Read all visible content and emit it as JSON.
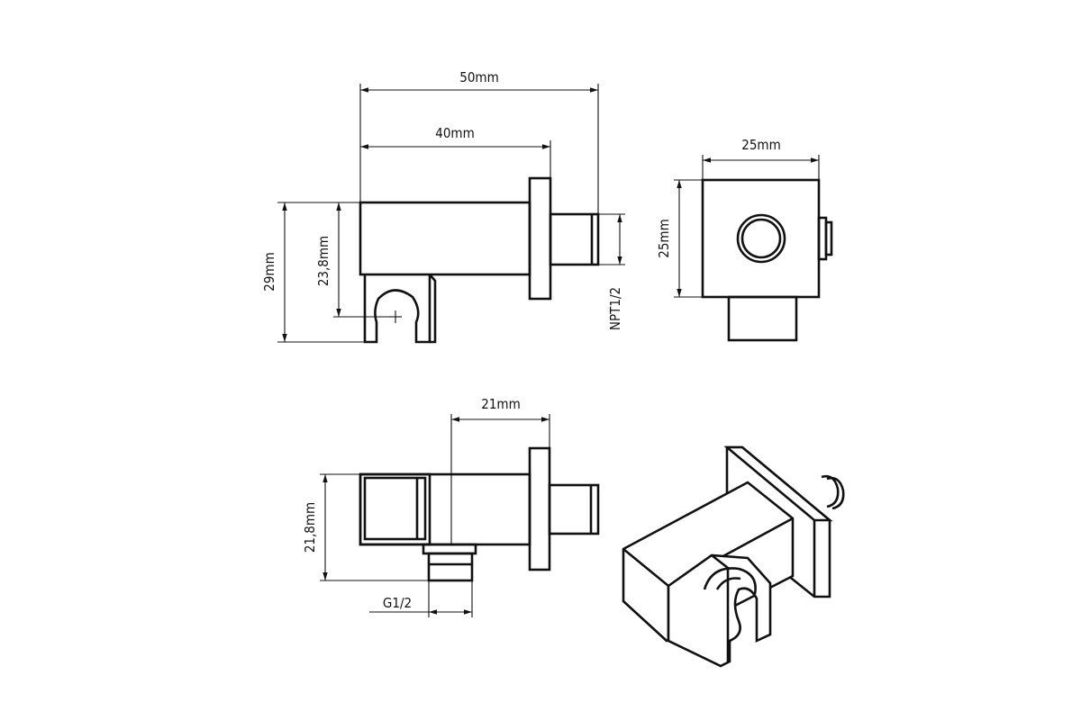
{
  "dimensions": {
    "length_overall": "50mm",
    "length_body": "40mm",
    "height_overall": "29mm",
    "height_body": "23,8mm",
    "outlet_thread": "NPT1/2",
    "width_front": "25mm",
    "height_front": "25mm",
    "bottom_offset": "21mm",
    "bottom_height": "21,8mm",
    "inlet_thread": "G1/2"
  },
  "views": [
    "side-view",
    "front-view",
    "bottom-view",
    "isometric-view"
  ]
}
